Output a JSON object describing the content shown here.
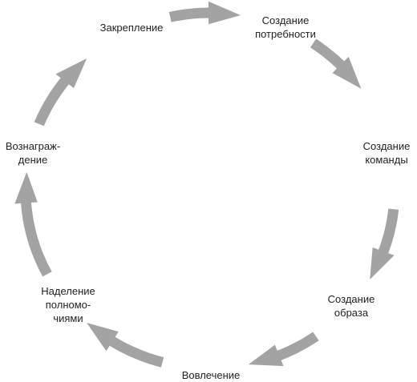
{
  "diagram": {
    "type": "cycle",
    "direction": "clockwise",
    "arrow_color": "#a3a3a3",
    "text_color": "#222222",
    "stages": [
      {
        "id": "sozdanie-potrebnosti",
        "label": "Создание\nпотребности"
      },
      {
        "id": "sozdanie-komandy",
        "label": "Создание\nкоманды"
      },
      {
        "id": "sozdanie-obraza",
        "label": "Создание\nобраза"
      },
      {
        "id": "vovlechenie",
        "label": "Вовлечение"
      },
      {
        "id": "nadelenie-polnomochiyami",
        "label": "Наделение\nполномо-\nчиями"
      },
      {
        "id": "voznagrazhdenie",
        "label": "Вознаграж-\nдение"
      },
      {
        "id": "zakreplenie",
        "label": "Закрепление"
      }
    ]
  }
}
